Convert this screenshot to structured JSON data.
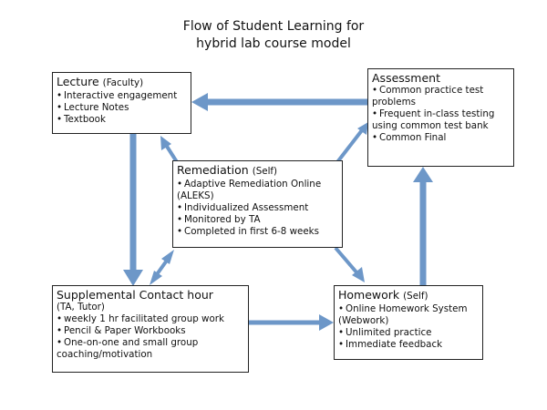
{
  "title": {
    "line1": "Flow of Student Learning for",
    "line2": "hybrid lab course model"
  },
  "colors": {
    "arrow": "#6d97c8",
    "border": "#222222"
  },
  "boxes": {
    "lecture": {
      "heading": "Lecture",
      "role": "(Faculty)",
      "items": [
        "Interactive engagement",
        "Lecture Notes",
        "Textbook"
      ]
    },
    "assessment": {
      "heading": "Assessment",
      "items": [
        "Common practice test problems",
        "Frequent in-class testing using common test bank",
        "Common Final"
      ]
    },
    "remediation": {
      "heading": "Remediation",
      "role": "(Self)",
      "items": [
        "Adaptive Remediation Online (ALEKS)",
        "Individualized Assessment",
        "Monitored by TA",
        "Completed in first 6-8 weeks"
      ]
    },
    "supplemental": {
      "heading": "Supplemental Contact hour",
      "subheading": "(TA, Tutor)",
      "items": [
        "weekly 1 hr facilitated group work",
        "Pencil & Paper Workbooks",
        "One-on-one and small group coaching/motivation"
      ]
    },
    "homework": {
      "heading": "Homework",
      "role": "(Self)",
      "items": [
        "Online Homework System (Webwork)",
        "Unlimited practice",
        "Immediate feedback"
      ]
    }
  }
}
